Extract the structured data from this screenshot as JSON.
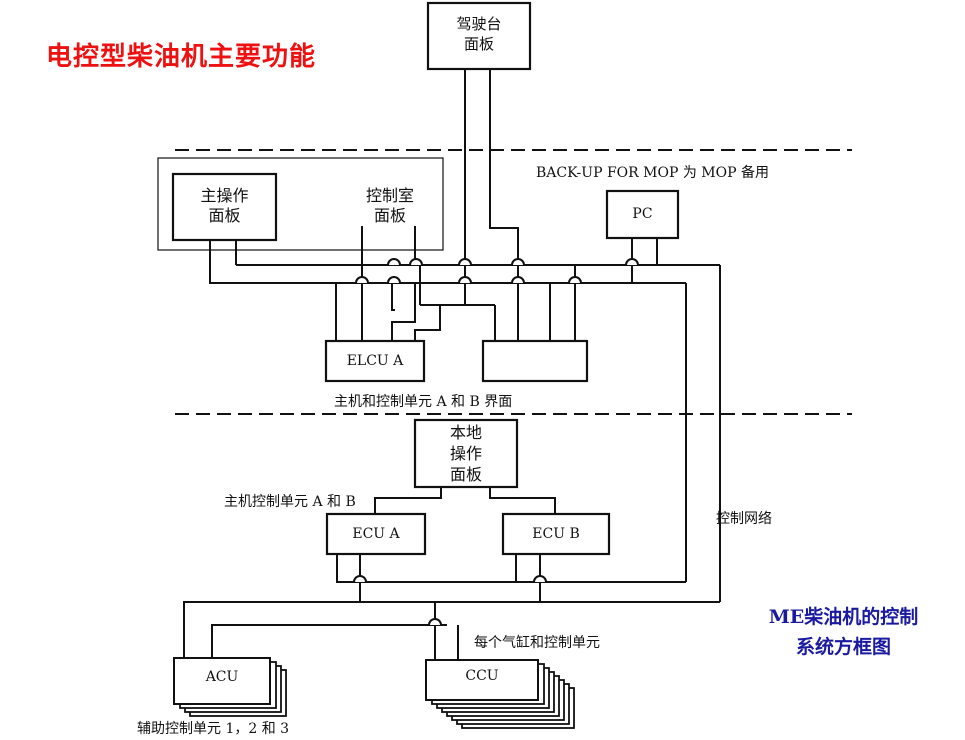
{
  "title": "电控型柴油机主要功能",
  "caption": {
    "line1": "ME柴油机的控制",
    "line2": "系统方框图"
  },
  "boxes": {
    "bridge_panel": [
      "驾驶台",
      "面板"
    ],
    "main_panel": [
      "主操作",
      "面板"
    ],
    "control_room_panel": [
      "控制室",
      "面板"
    ],
    "pc": "PC",
    "elcu_a": "ELCU A",
    "local_panel": [
      "本地",
      "操作",
      "面板"
    ],
    "ecu_a": "ECU A",
    "ecu_b": "ECU B",
    "acu": "ACU",
    "ccu": "CCU"
  },
  "labels": {
    "backup": "BACK-UP FOR MOP 为 MOP 备用",
    "interface": "主机和控制单元 A 和 B 界面",
    "engine_control_units": "主机控制单元 A 和 B",
    "control_network": "控制网络",
    "cylinder_units": "每个气缸和控制单元",
    "aux_units": "辅助控制单元 1，2 和 3"
  },
  "colors": {
    "title": "#ee1111",
    "caption": "#1a1aa0",
    "line": "#111111"
  }
}
